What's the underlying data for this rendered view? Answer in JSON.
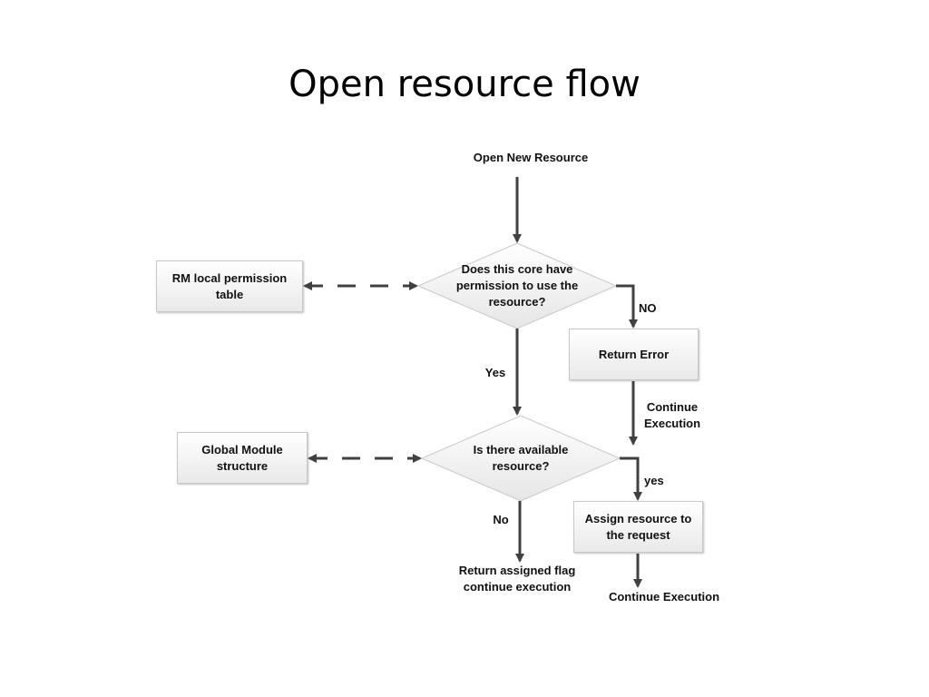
{
  "title": "Open resource flow",
  "nodes": {
    "start": "Open New Resource",
    "decision_permission": "Does this core have permission to use the resource?",
    "rm_table": "RM local permission table",
    "return_error": "Return Error",
    "decision_available": "Is there available resource?",
    "global_module": "Global Module structure",
    "assign_resource": "Assign resource to the request",
    "return_flag_line1": "Return assigned flag",
    "return_flag_line2": "continue execution",
    "continue_error_line1": "Continue",
    "continue_error_line2": "Execution",
    "continue_assign": "Continue Execution"
  },
  "edges": {
    "no_upper": "NO",
    "yes_left": "Yes",
    "yes_right": "yes",
    "no_lower": "No"
  },
  "colors": {
    "arrow": "#404040",
    "box_border": "#c8c8c8",
    "box_fill": "#efefef"
  }
}
